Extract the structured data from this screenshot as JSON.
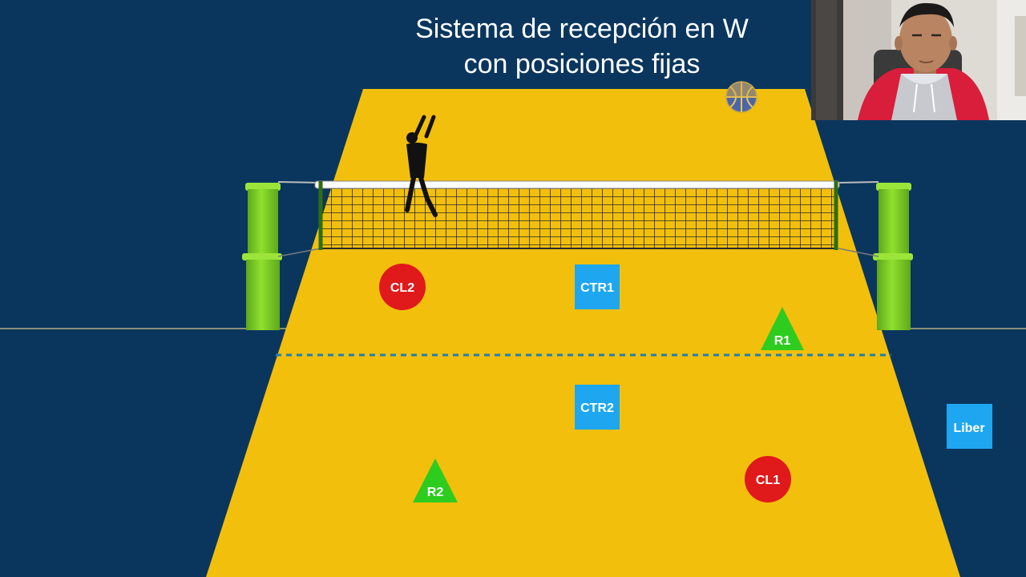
{
  "title": {
    "line1": "Sistema de recepción en W",
    "line2": "con posiciones fijas"
  },
  "players": {
    "cl2": "CL2",
    "ctr1": "CTR1",
    "r1": "R1",
    "ctr2": "CTR2",
    "r2": "R2",
    "cl1": "CL1",
    "liber": "Liber"
  },
  "colors": {
    "background": "#0a365e",
    "court": "#f2bf0c",
    "post": "#7ed321",
    "circle_player": "#e0191b",
    "square_player": "#1ea7f0",
    "triangle_player": "#2ecc1f",
    "attack_line": "#1c7fb5"
  },
  "icons": {
    "ball": "volleyball-icon",
    "server": "server-silhouette-icon",
    "net": "volleyball-net-icon",
    "webcam": "webcam-presenter-video"
  }
}
